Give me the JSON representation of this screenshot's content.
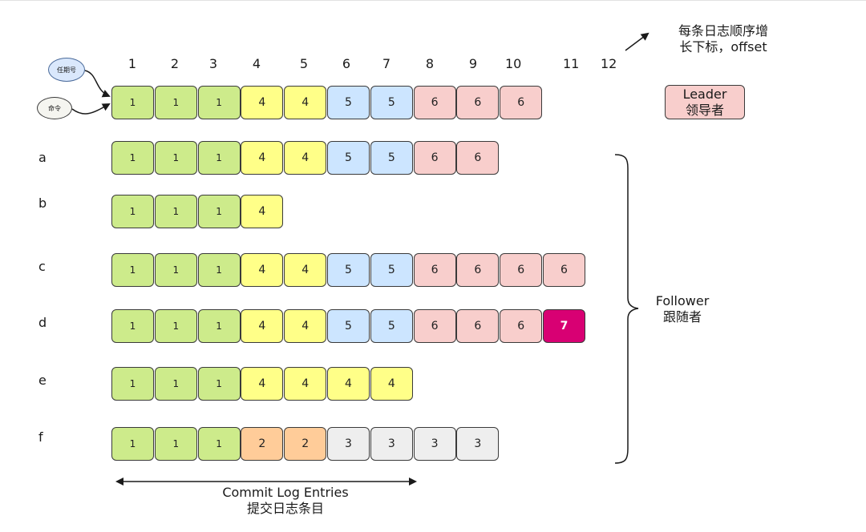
{
  "indices": [
    "1",
    "2",
    "3",
    "4",
    "5",
    "6",
    "7",
    "8",
    "9",
    "10",
    "11",
    "12"
  ],
  "bubbles": {
    "term_label": "任期号",
    "command_label": "命令"
  },
  "leader_row": {
    "entries": [
      1,
      1,
      1,
      4,
      4,
      5,
      5,
      6,
      6,
      6
    ],
    "legend_line1": "Leader",
    "legend_line2": "领导者"
  },
  "offset_note": {
    "line1": "每条日志顺序增",
    "line2": "长下标，offset"
  },
  "followers": [
    {
      "label": "a",
      "entries": [
        1,
        1,
        1,
        4,
        4,
        5,
        5,
        6,
        6
      ]
    },
    {
      "label": "b",
      "entries": [
        1,
        1,
        1,
        4
      ]
    },
    {
      "label": "c",
      "entries": [
        1,
        1,
        1,
        4,
        4,
        5,
        5,
        6,
        6,
        6,
        6
      ]
    },
    {
      "label": "d",
      "entries": [
        1,
        1,
        1,
        4,
        4,
        5,
        5,
        6,
        6,
        6,
        7
      ]
    },
    {
      "label": "e",
      "entries": [
        1,
        1,
        1,
        4,
        4,
        4,
        4
      ]
    },
    {
      "label": "f",
      "entries": [
        1,
        1,
        1,
        2,
        2,
        3,
        3,
        3,
        3
      ]
    }
  ],
  "follower_note": {
    "line1": "Follower",
    "line2": "跟随者"
  },
  "commit_note": {
    "line1": "Commit  Log Entries",
    "line2": "提交日志条目"
  },
  "term_colors": {
    "1": "#cdeb8b",
    "2": "#ffcc99",
    "3": "#eeeeee",
    "4": "#ffff88",
    "5": "#cce5ff",
    "6": "#f8cecc",
    "7": "#d80073"
  }
}
